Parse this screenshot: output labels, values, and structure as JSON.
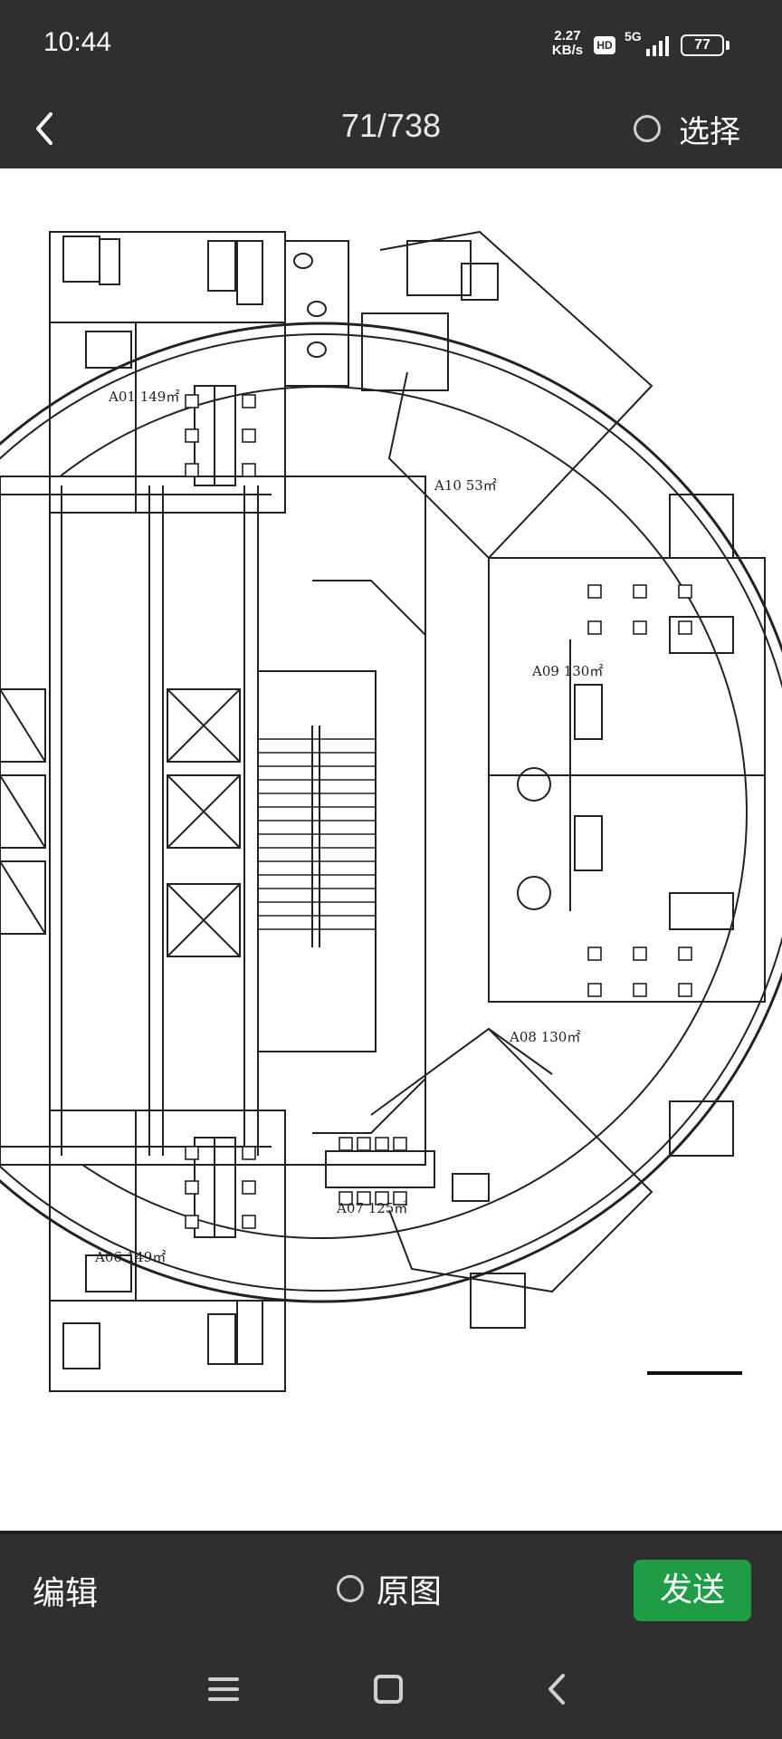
{
  "status_bar": {
    "time": "10:44",
    "network_speed": "2.27\nKB/s",
    "hd": "HD",
    "network_type": "5G",
    "battery": "77"
  },
  "top_bar": {
    "counter": "71/738",
    "select_label": "选择"
  },
  "floorplan": {
    "units": [
      {
        "label": "A01  149㎡"
      },
      {
        "label": "A10  53㎡"
      },
      {
        "label": "A09  130㎡"
      },
      {
        "label": "A08  130㎡"
      },
      {
        "label": "A07  125㎡"
      },
      {
        "label": "A06  149㎡"
      }
    ]
  },
  "bottom_bar": {
    "edit_label": "编辑",
    "original_label": "原图",
    "send_label": "发送"
  },
  "colors": {
    "bar_bg": "#2f2f2f",
    "send_green": "#1f9d45"
  },
  "icons": [
    "back-icon",
    "radio-icon",
    "signal-icon",
    "battery-icon",
    "menu-icon",
    "home-icon",
    "nav-back-icon"
  ]
}
